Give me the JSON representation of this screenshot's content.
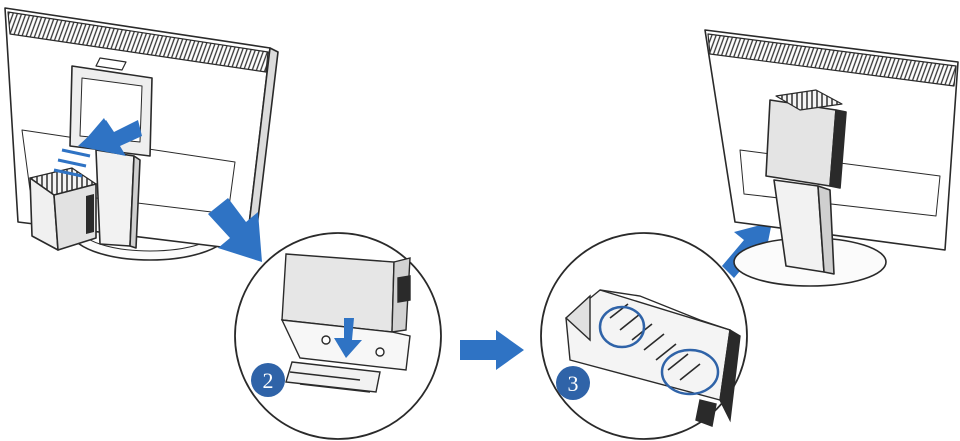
{
  "steps": [
    {
      "number": "2"
    },
    {
      "number": "3"
    }
  ],
  "colors": {
    "arrow": "#2f73c4",
    "badge": "#2f63a8",
    "line": "#2a2a2a",
    "device": "#ececec"
  },
  "icons": [
    "monitor-back-illustration",
    "mini-pc-icon",
    "arrow-icon",
    "zoom-circle",
    "screw-highlight-circle"
  ]
}
